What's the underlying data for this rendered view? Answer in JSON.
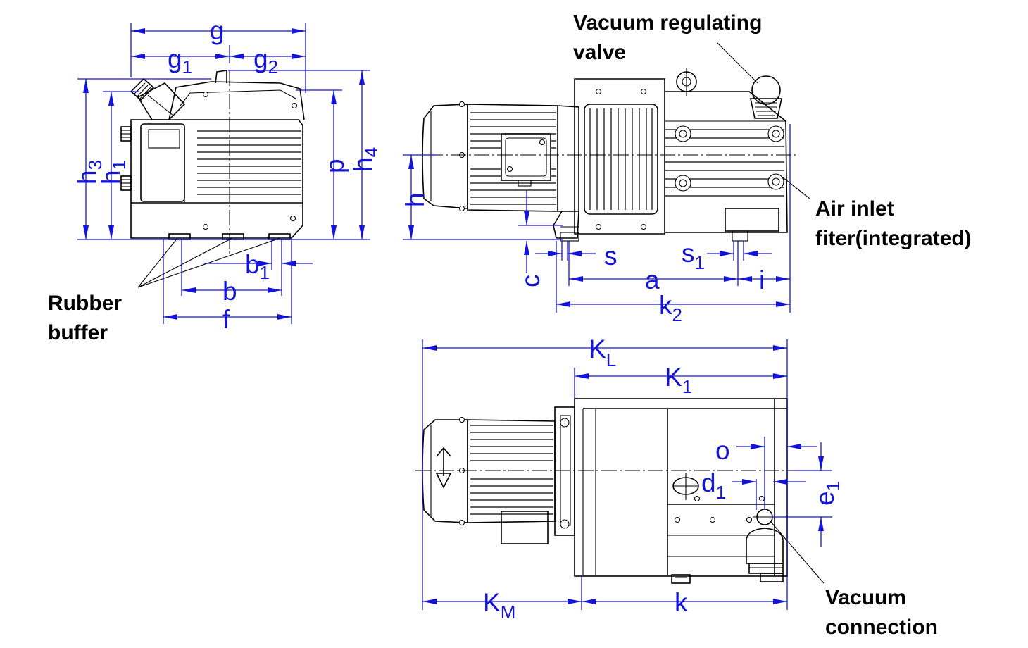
{
  "callouts": {
    "vacuum_valve_line1": "Vacuum regulating",
    "vacuum_valve_line2": "valve",
    "air_inlet_line1": "Air inlet",
    "air_inlet_line2": "fiter(integrated)",
    "rubber_line1": "Rubber",
    "rubber_line2": "buffer",
    "vacuum_conn_line1": "Vacuum",
    "vacuum_conn_line2": "connection"
  },
  "dimensions": {
    "g": "g",
    "g1": "g",
    "g1_sub": "1",
    "g2": "g",
    "g2_sub": "2",
    "h3": "h",
    "h3_sub": "3",
    "h1": "h",
    "h1_sub": "1",
    "p": "p",
    "h4": "h",
    "h4_sub": "4",
    "b1": "b",
    "b1_sub": "1",
    "b": "b",
    "f": "f",
    "h": "h",
    "c": "c",
    "s": "s",
    "s1": "s",
    "s1_sub": "1",
    "a": "a",
    "i": "i",
    "k2": "k",
    "k2_sub": "2",
    "KL": "K",
    "KL_sub": "L",
    "K1": "K",
    "K1_sub": "1",
    "o": "o",
    "d1": "d",
    "d1_sub": "1",
    "e1": "e",
    "e1_sub": "1",
    "KM": "K",
    "KM_sub": "M",
    "k": "k"
  },
  "colors": {
    "dimension": "#1414d8",
    "drawing": "#000000",
    "background": "#ffffff"
  }
}
